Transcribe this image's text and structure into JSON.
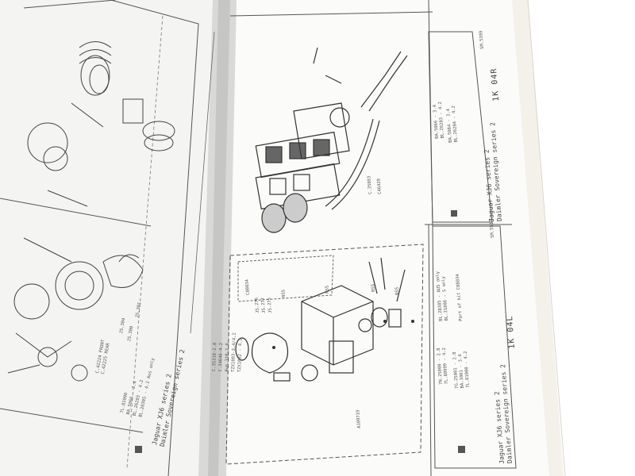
{
  "right_page": {
    "upper_caption": {
      "title_line1": "Jaguar XJ6 series 2",
      "title_line2": "Daimler Sovereign series 2",
      "page_code": "1K 04R",
      "ref_code": "SM.5399",
      "notes": [
        "BA.5066 - 3.4",
        "BL.26203 - 4.2",
        "BA.5084 - 3.4",
        "BL.26204 - 4.2"
      ]
    },
    "lower_caption": {
      "title_line1": "Jaguar XJ6 series 2",
      "title_line2": "Daimler Sovereign series 2",
      "page_code": "1K 04L",
      "ref_code": "SM.5517",
      "notes": [
        "7N.25000 - 2.8",
        "7L.80999 - 4.2",
        "7G.25001 - 2.8",
        "BA.1001 - 3.4",
        "7L.81000 - 4.2",
        "BL.28385 - AUS only",
        "BL.31886 - S only",
        "Part of kit C08034"
      ]
    },
    "parts_labels": [
      "NSS",
      "NSS",
      "NSS",
      "NSS",
      "JS.276",
      "JS.277",
      "JS.275",
      "C08034",
      "A109719",
      "C46429",
      "C.35093"
    ],
    "side_notes": [
      "C.35318-2.8",
      "C.34646-4.2",
      "Aus.310-2.8",
      "TZX1003-3.4/4.2",
      "TZX1002 - 4.2"
    ]
  },
  "left_page": {
    "caption": {
      "title_line1": "Jaguar XJ6 series 2",
      "title_line2": "Daimler Sovereign series 2",
      "notes": [
        "7L.81000",
        "BA.5066 - 3.4",
        "BL.26203 - 4.2",
        "BL.20305 - 4.2 Aus only"
      ]
    },
    "labels": [
      "C.42224 FRONT",
      "C.42225 REAR",
      "JS.301",
      "JS.300",
      "JS.304"
    ]
  }
}
